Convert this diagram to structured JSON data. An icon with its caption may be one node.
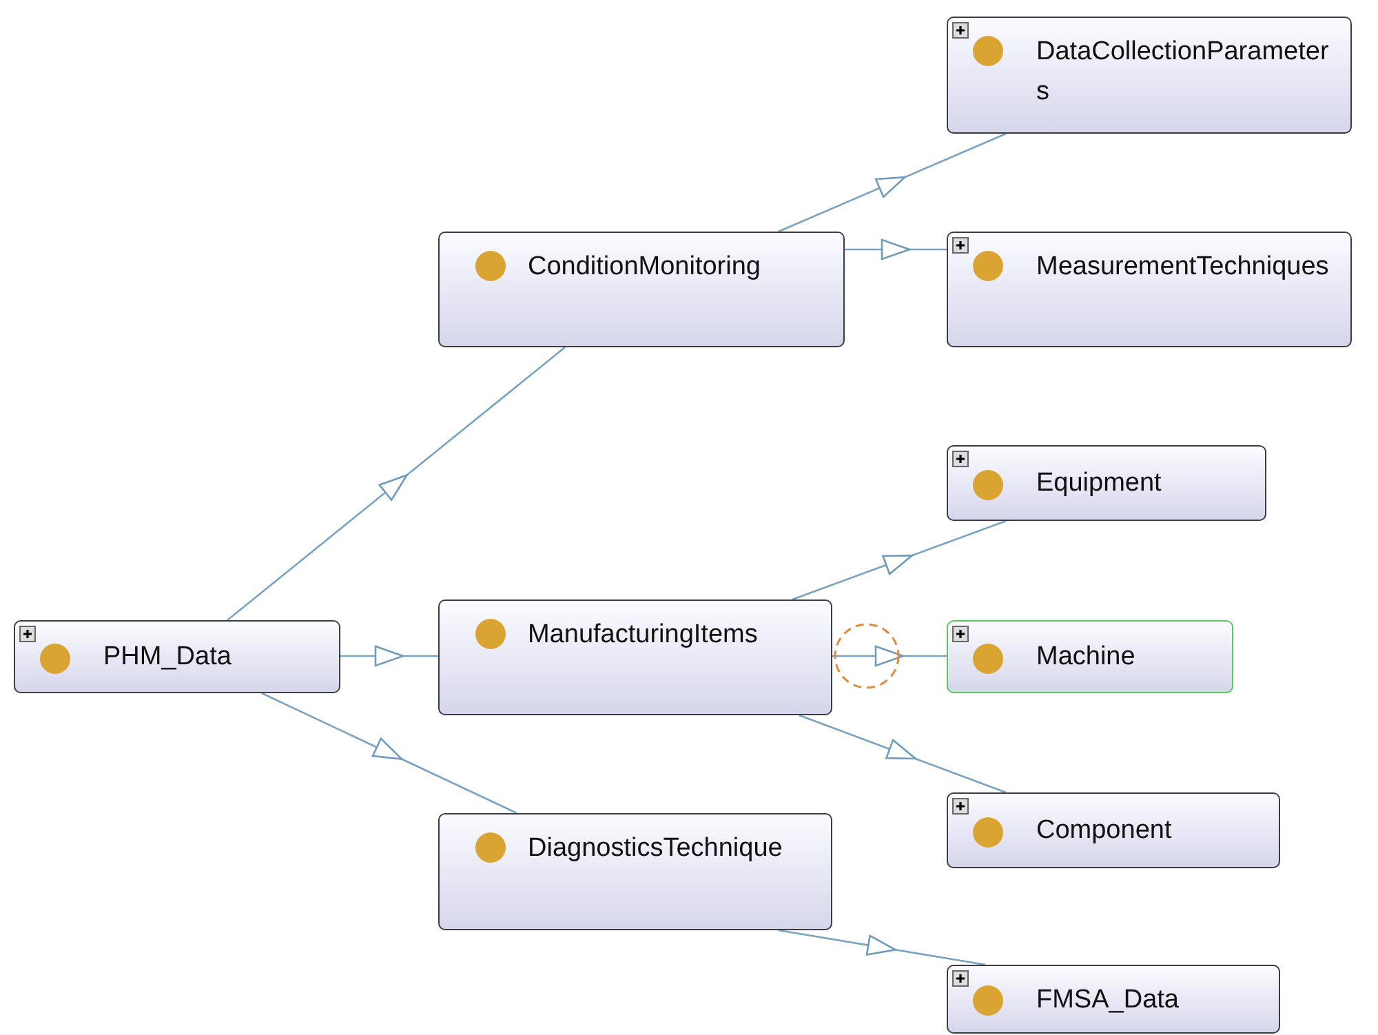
{
  "diagram": {
    "nodes": [
      {
        "text": [
          "PHM_Data"
        ]
      },
      {
        "text": [
          "ConditionMonitoring"
        ]
      },
      {
        "text": [
          "ManufacturingItems"
        ]
      },
      {
        "text": [
          "DiagnosticsTechnique"
        ]
      },
      {
        "text": [
          "DataCollectionParameters"
        ]
      },
      {
        "text": [
          "MeasurementTechniques"
        ]
      },
      {
        "text": [
          "Equipment"
        ]
      },
      {
        "text": [
          "Machine"
        ]
      },
      {
        "text": [
          "Component"
        ]
      },
      {
        "text": [
          "FMSA_Data"
        ]
      }
    ],
    "edges": [
      {
        "from": 0,
        "to": 1,
        "arrow": "to"
      },
      {
        "from": 0,
        "to": 2,
        "arrow": "to"
      },
      {
        "from": 0,
        "to": 3,
        "arrow": "to"
      },
      {
        "from": 1,
        "to": 4,
        "arrow": "to"
      },
      {
        "from": 1,
        "to": 5,
        "arrow": "to"
      },
      {
        "from": 2,
        "to": 6,
        "arrow": "to"
      },
      {
        "from": 2,
        "to": 7,
        "arrow": "to"
      },
      {
        "from": 2,
        "to": 8,
        "arrow": "to"
      },
      {
        "from": 3,
        "to": 9,
        "arrow": "to"
      }
    ]
  }
}
